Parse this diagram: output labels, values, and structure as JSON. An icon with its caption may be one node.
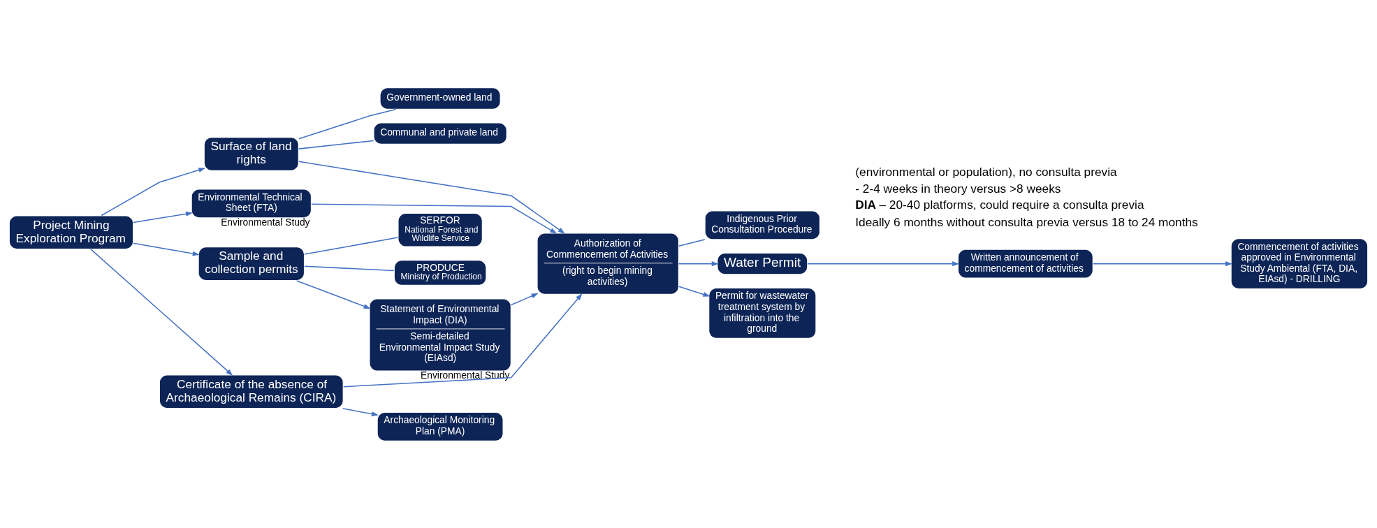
{
  "diagram": {
    "nodes": [
      {
        "text": [
          "Project Mining Exploration Program"
        ]
      },
      {
        "text": [
          "Surface of land rights"
        ]
      },
      {
        "text": [
          "Government-owned land"
        ]
      },
      {
        "text": [
          "Communal and private land"
        ]
      },
      {
        "text": [
          "Environmental Technical Sheet (FTA)"
        ],
        "beside": [
          "Environmental Study"
        ]
      },
      {
        "text": [
          "Sample and collection permits"
        ]
      },
      {
        "text": [
          "SERFOR",
          "National Forest and Wildlife Service"
        ]
      },
      {
        "text": [
          "PRODUCE",
          "Ministry of Production"
        ]
      },
      {
        "text": [
          "Certificate of the absence of Archaeological Remains (CIRA)"
        ]
      },
      {
        "text": [
          "Statement of Environmental Impact (DIA)",
          "Semi-detailed Environmental Impact Study (EIAsd)"
        ],
        "beside": [
          "Environmental Study"
        ]
      },
      {
        "text": [
          "Authorization of Commencement of Activities",
          "(right to begin mining activities)"
        ]
      },
      {
        "text": [
          "Indigenous Prior Consultation Procedure"
        ]
      },
      {
        "text": [
          "Water Permit"
        ]
      },
      {
        "text": [
          "Permit for wastewater treatment system by infiltration into the ground"
        ]
      },
      {
        "text": [
          "Archaeological Monitoring Plan (PMA)"
        ]
      },
      {
        "text": [
          "Written announcement of commencement of activities"
        ]
      },
      {
        "text": [
          "Commencement of activities approved in Environmental Study Ambiental (FTA, DIA, EIAsd) - DRILLING"
        ]
      }
    ],
    "edges": [
      {
        "from": 0,
        "to": 1,
        "arrow": "to"
      },
      {
        "from": 0,
        "to": 4,
        "arrow": "to"
      },
      {
        "from": 0,
        "to": 5,
        "arrow": "to"
      },
      {
        "from": 0,
        "to": 8,
        "arrow": "to"
      },
      {
        "from": 1,
        "to": 2,
        "arrow": "none"
      },
      {
        "from": 1,
        "to": 3,
        "arrow": "none"
      },
      {
        "from": 5,
        "to": 6,
        "arrow": "none"
      },
      {
        "from": 5,
        "to": 7,
        "arrow": "none"
      },
      {
        "from": 5,
        "to": 9,
        "arrow": "to"
      },
      {
        "from": 1,
        "to": 10,
        "arrow": "to"
      },
      {
        "from": 4,
        "to": 10,
        "arrow": "to"
      },
      {
        "from": 9,
        "to": 10,
        "arrow": "to"
      },
      {
        "from": 8,
        "to": 10,
        "arrow": "to"
      },
      {
        "from": 8,
        "to": 14,
        "arrow": "to"
      },
      {
        "from": 10,
        "to": 11,
        "arrow": "none"
      },
      {
        "from": 10,
        "to": 12,
        "arrow": "to"
      },
      {
        "from": 10,
        "to": 13,
        "arrow": "to"
      },
      {
        "from": 12,
        "to": 15,
        "arrow": "to"
      },
      {
        "from": 15,
        "to": 16,
        "arrow": "to"
      }
    ],
    "labels": [
      "(environmental or population), no consulta previa",
      "- 2-4 weeks in theory versus >8 weeks",
      "**DIA** – 20-40 platforms, could require a consulta previa",
      "Ideally 6 months without consulta previa versus 18 to 24 months"
    ]
  }
}
